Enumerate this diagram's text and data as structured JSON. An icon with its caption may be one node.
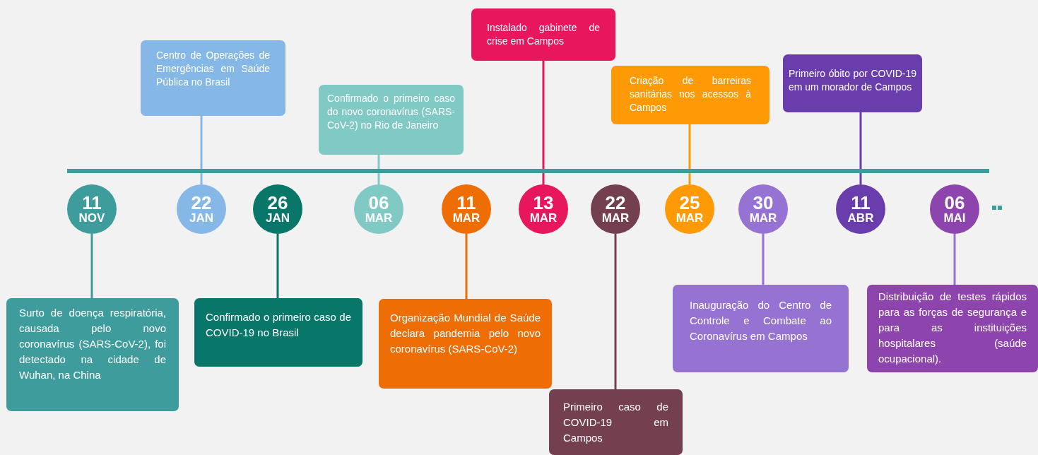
{
  "diagram": {
    "nodes": [
      {
        "text": [
          "Centro de Operações de Emergências em Saúde Pública no Brasil"
        ]
      },
      {
        "text": [
          "Confirmado o primeiro caso do novo coronavírus (SARS-CoV-2) no Rio de Janeiro"
        ]
      },
      {
        "text": [
          "Instalado gabinete de crise em Campos"
        ]
      },
      {
        "text": [
          "Criação de barreiras sanitárias nos acessos à Campos"
        ]
      },
      {
        "text": [
          "Primeiro óbito por COVID-19 em um morador de Campos"
        ]
      },
      {
        "text": [
          "11",
          "NOV"
        ]
      },
      {
        "text": [
          "22",
          "JAN"
        ]
      },
      {
        "text": [
          "26",
          "JAN"
        ]
      },
      {
        "text": [
          "06",
          "MAR"
        ]
      },
      {
        "text": [
          "11",
          "MAR"
        ]
      },
      {
        "text": [
          "13",
          "MAR"
        ]
      },
      {
        "text": [
          "22",
          "MAR"
        ]
      },
      {
        "text": [
          "25",
          "MAR"
        ]
      },
      {
        "text": [
          "30",
          "MAR"
        ]
      },
      {
        "text": [
          "11",
          "ABR"
        ]
      },
      {
        "text": [
          "06",
          "MAI"
        ]
      },
      {
        "text": [
          "Surto de doença respiratória, causada pelo novo coronavírus (SARS-CoV-2), foi detectado na cidade de Wuhan, na China"
        ]
      },
      {
        "text": [
          "Confirmado o primeiro caso de COVID-19 no Brasil"
        ]
      },
      {
        "text": [
          "Organização Mundial de Saúde declara pandemia pelo novo coronavírus (SARS-CoV-2)"
        ]
      },
      {
        "text": [
          "Primeiro caso de COVID-19 em Campos"
        ]
      },
      {
        "text": [
          "Inauguração do Centro de Controle e Combate ao Coronavírus em Campos"
        ]
      },
      {
        "text": [
          "Distribuição de testes rápidos para as forças de segurança e para as instituições hospitalares (saúde ocupacional)."
        ]
      }
    ],
    "edges": [
      {
        "from": 0,
        "to": 6,
        "arrow": "none",
        "color": "#85b8e6"
      },
      {
        "from": 1,
        "to": 8,
        "arrow": "none",
        "color": "#80c9c4"
      },
      {
        "from": 2,
        "to": 10,
        "arrow": "none",
        "color": "#e8175d"
      },
      {
        "from": 3,
        "to": 12,
        "arrow": "none",
        "color": "#fe9a05"
      },
      {
        "from": 4,
        "to": 14,
        "arrow": "none",
        "color": "#6a3dad"
      },
      {
        "from": 5,
        "to": 16,
        "arrow": "none",
        "color": "#3f9c9c"
      },
      {
        "from": 7,
        "to": 17,
        "arrow": "none",
        "color": "#08776a"
      },
      {
        "from": 9,
        "to": 18,
        "arrow": "none",
        "color": "#ee6e05"
      },
      {
        "from": 11,
        "to": 19,
        "arrow": "none",
        "color": "#744050"
      },
      {
        "from": 13,
        "to": 20,
        "arrow": "none",
        "color": "#9672d3"
      },
      {
        "from": 15,
        "to": 21,
        "arrow": "none",
        "color": "#9672d3"
      }
    ]
  }
}
